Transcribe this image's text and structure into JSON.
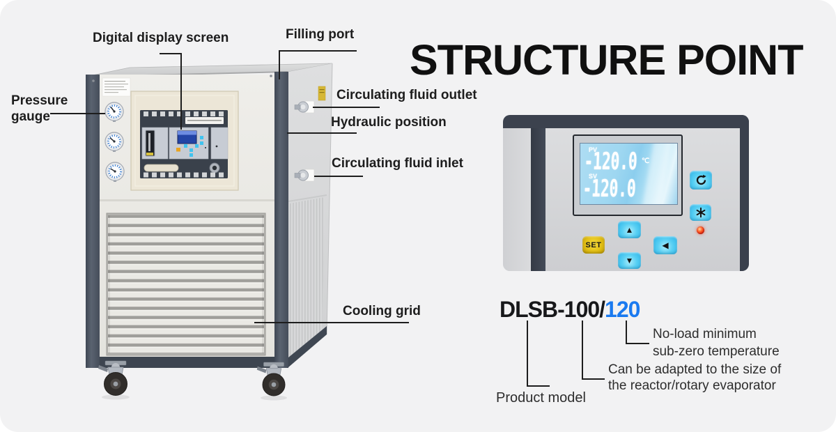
{
  "title": "STRUCTURE POINT",
  "labels": {
    "digital_display": "Digital display screen",
    "filling_port": "Filling port",
    "pressure_gauge": "Pressure gauge",
    "fluid_outlet": "Circulating fluid outlet",
    "hydraulic_position": "Hydraulic position",
    "fluid_inlet": "Circulating fluid inlet",
    "cooling_grid": "Cooling grid"
  },
  "panel": {
    "pv_label": "PV",
    "pv_value": "-120.0",
    "pv_unit": "℃",
    "sv_label": "SV",
    "sv_value": "-120.0",
    "set_label": "SET",
    "up_icon": "▲",
    "left_icon": "◀",
    "down_icon": "▼",
    "icons": {
      "top_right": "circulation-arrows",
      "mid_right": "snowflake",
      "indicator": "red-led"
    }
  },
  "model": {
    "prefix": "DLSB-100/",
    "suffix": "120"
  },
  "annotations": {
    "product_model": "Product model",
    "adapted_1": "Can be adapted to the size of",
    "adapted_2": "the reactor/rotary evaporator",
    "no_load_1": "No-load minimum",
    "no_load_2": "sub-zero temperature"
  },
  "colors": {
    "model_suffix": "#1a7af0",
    "button_cyan": "#3fc3ef",
    "set_yellow": "#e3bf14",
    "led_red": "#e02a12",
    "lcd_blue": "#9ed7f1"
  }
}
